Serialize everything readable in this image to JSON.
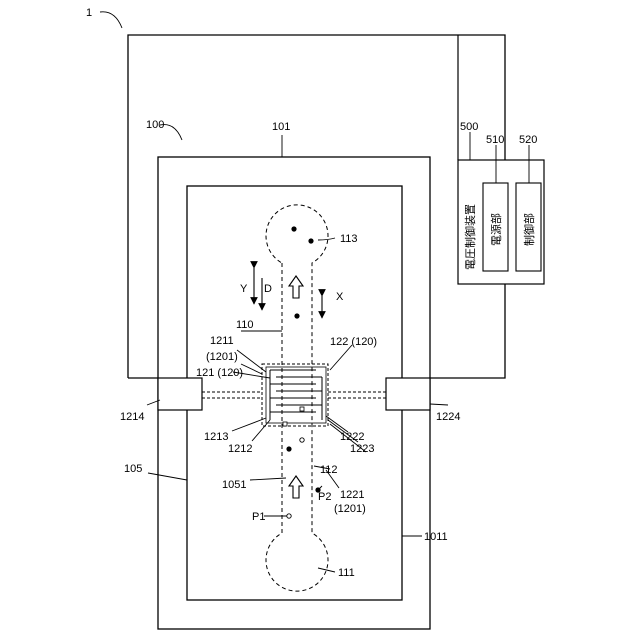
{
  "labels": {
    "ref_1": "1",
    "ref_100": "100",
    "ref_101": "101",
    "ref_105": "105",
    "ref_1011": "1011",
    "ref_110": "110",
    "ref_111": "111",
    "ref_112": "112",
    "ref_113": "113",
    "ref_121": "121 (120)",
    "ref_1211": "1211",
    "ref_1201_top": "(1201)",
    "ref_122": "122 (120)",
    "ref_1212": "1212",
    "ref_1213": "1213",
    "ref_1214": "1214",
    "ref_1221": "1221",
    "ref_1201_bottom": "(1201)",
    "ref_1222": "1222",
    "ref_1223": "1223",
    "ref_1224": "1224",
    "ref_1051": "1051",
    "ref_p1": "P1",
    "ref_p2": "P2",
    "ref_500": "500",
    "ref_510": "510",
    "ref_520": "520",
    "axis_x": "X",
    "axis_y": "Y",
    "axis_d": "D"
  },
  "control_device": {
    "title": "電圧制御装置",
    "power_unit": "電源部",
    "control_unit": "制御部"
  }
}
